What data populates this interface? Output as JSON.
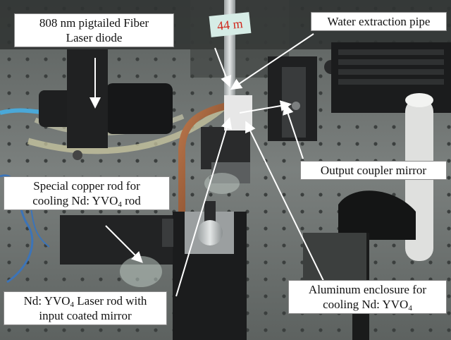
{
  "labels": {
    "laser_diode": {
      "line1": "808 nm pigtailed Fiber",
      "line2": "Laser diode"
    },
    "scale": "44 m",
    "water_pipe": "Water extraction pipe",
    "output_coupler": "Output coupler mirror",
    "copper_rod": {
      "line1": "Special copper rod for",
      "line2_prefix": "cooling Nd: YVO",
      "line2_sub": "4",
      "line2_suffix": " rod"
    },
    "laser_rod": {
      "line1_prefix": "Nd: YVO",
      "line1_sub": "4",
      "line1_suffix": " Laser rod with",
      "line2": "input coated mirror"
    },
    "aluminum": {
      "line1": "Aluminum enclosure for",
      "line2_prefix": "cooling Nd: YVO",
      "line2_sub": "4"
    }
  },
  "colors": {
    "table": "#6f7472",
    "label_bg": "#ffffff",
    "scale_text": "#d0261b",
    "scale_bg": "#d6ece6",
    "arrow": "#ffffff"
  }
}
